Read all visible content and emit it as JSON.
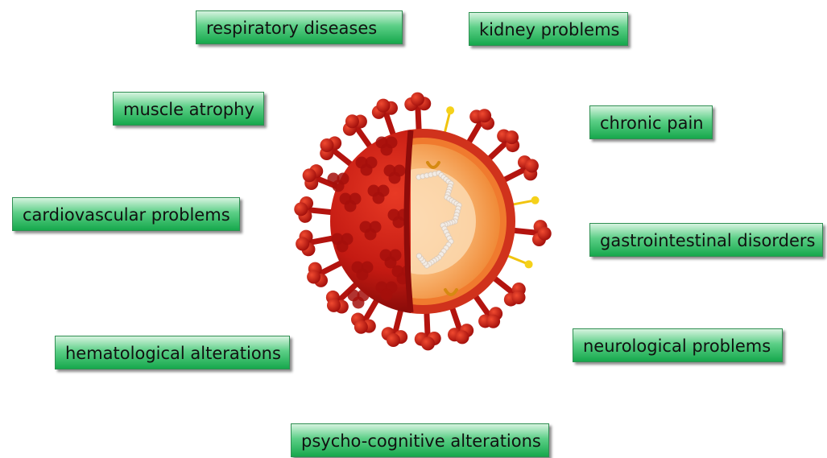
{
  "labels": {
    "respiratory": "respiratory diseases",
    "kidney": "kidney problems",
    "muscle": "muscle atrophy",
    "chronic_pain": "chronic pain",
    "cardiovascular": "cardiovascular problems",
    "gastrointestinal": "gastrointestinal disorders",
    "hematological": "hematological alterations",
    "neurological": "neurological problems",
    "psycho_cognitive": "psycho-cognitive alterations"
  },
  "colors": {
    "label_green": "#3cbf6b",
    "virus_red": "#c41a12",
    "virus_dark_red": "#8e0c0a",
    "interior_orange": "#f6a253",
    "interior_light": "#fcd9b0",
    "rna_strand": "#f2ece6",
    "yellow_spike": "#f1c40f"
  },
  "icons": {
    "center": "coronavirus-cross-section-icon"
  }
}
